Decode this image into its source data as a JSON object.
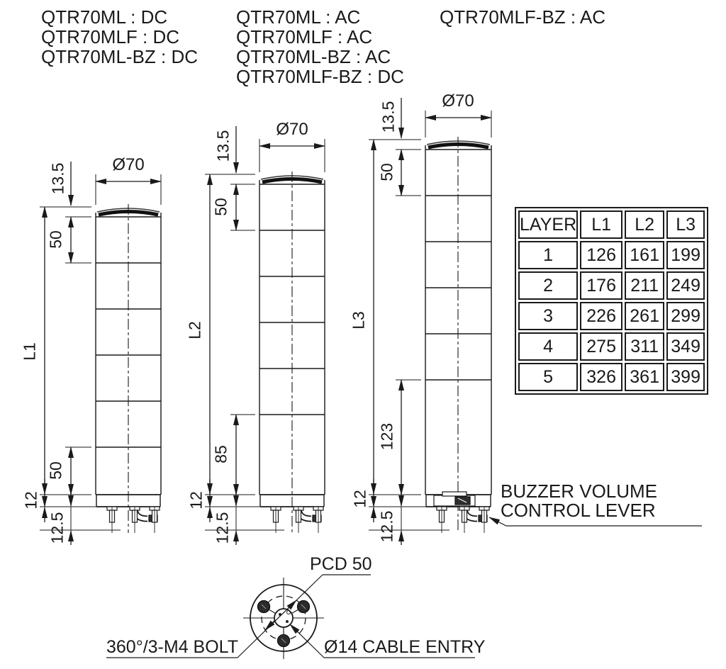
{
  "title_groups": [
    {
      "lines": [
        "QTR70ML : DC",
        "QTR70MLF : DC",
        "QTR70ML-BZ : DC"
      ]
    },
    {
      "lines": [
        "QTR70ML : AC",
        "QTR70MLF : AC",
        "QTR70ML-BZ : AC",
        "QTR70MLF-BZ : DC"
      ]
    },
    {
      "lines": [
        "QTR70MLF-BZ : AC"
      ]
    }
  ],
  "towers": [
    {
      "overall_label": "L1",
      "cap_height": "13.5",
      "diameter": "Ø70",
      "segment_height": "50",
      "bottom_section": "50",
      "base_height": "12",
      "under_base": "12.5"
    },
    {
      "overall_label": "L2",
      "cap_height": "13.5",
      "diameter": "Ø70",
      "segment_height": "50",
      "bottom_section": "85",
      "base_height": "12",
      "under_base": "12.5"
    },
    {
      "overall_label": "L3",
      "cap_height": "13.5",
      "diameter": "Ø70",
      "segment_height": "50",
      "bottom_section": "123",
      "base_height": "12",
      "under_base": "12.5"
    }
  ],
  "table": {
    "headers": [
      "LAYER",
      "L1",
      "L2",
      "L3"
    ],
    "rows": [
      [
        "1",
        "126",
        "161",
        "199"
      ],
      [
        "2",
        "176",
        "211",
        "249"
      ],
      [
        "3",
        "226",
        "261",
        "299"
      ],
      [
        "4",
        "275",
        "311",
        "349"
      ],
      [
        "5",
        "326",
        "361",
        "399"
      ]
    ]
  },
  "notes": {
    "buzzer_line1": "BUZZER VOLUME",
    "buzzer_line2": "CONTROL LEVER",
    "pcd": "PCD 50",
    "bolt": "360°/3-M4 BOLT",
    "cable": "Ø14 CABLE ENTRY"
  },
  "colors": {
    "line": "#1a1a1a",
    "background": "#ffffff"
  }
}
